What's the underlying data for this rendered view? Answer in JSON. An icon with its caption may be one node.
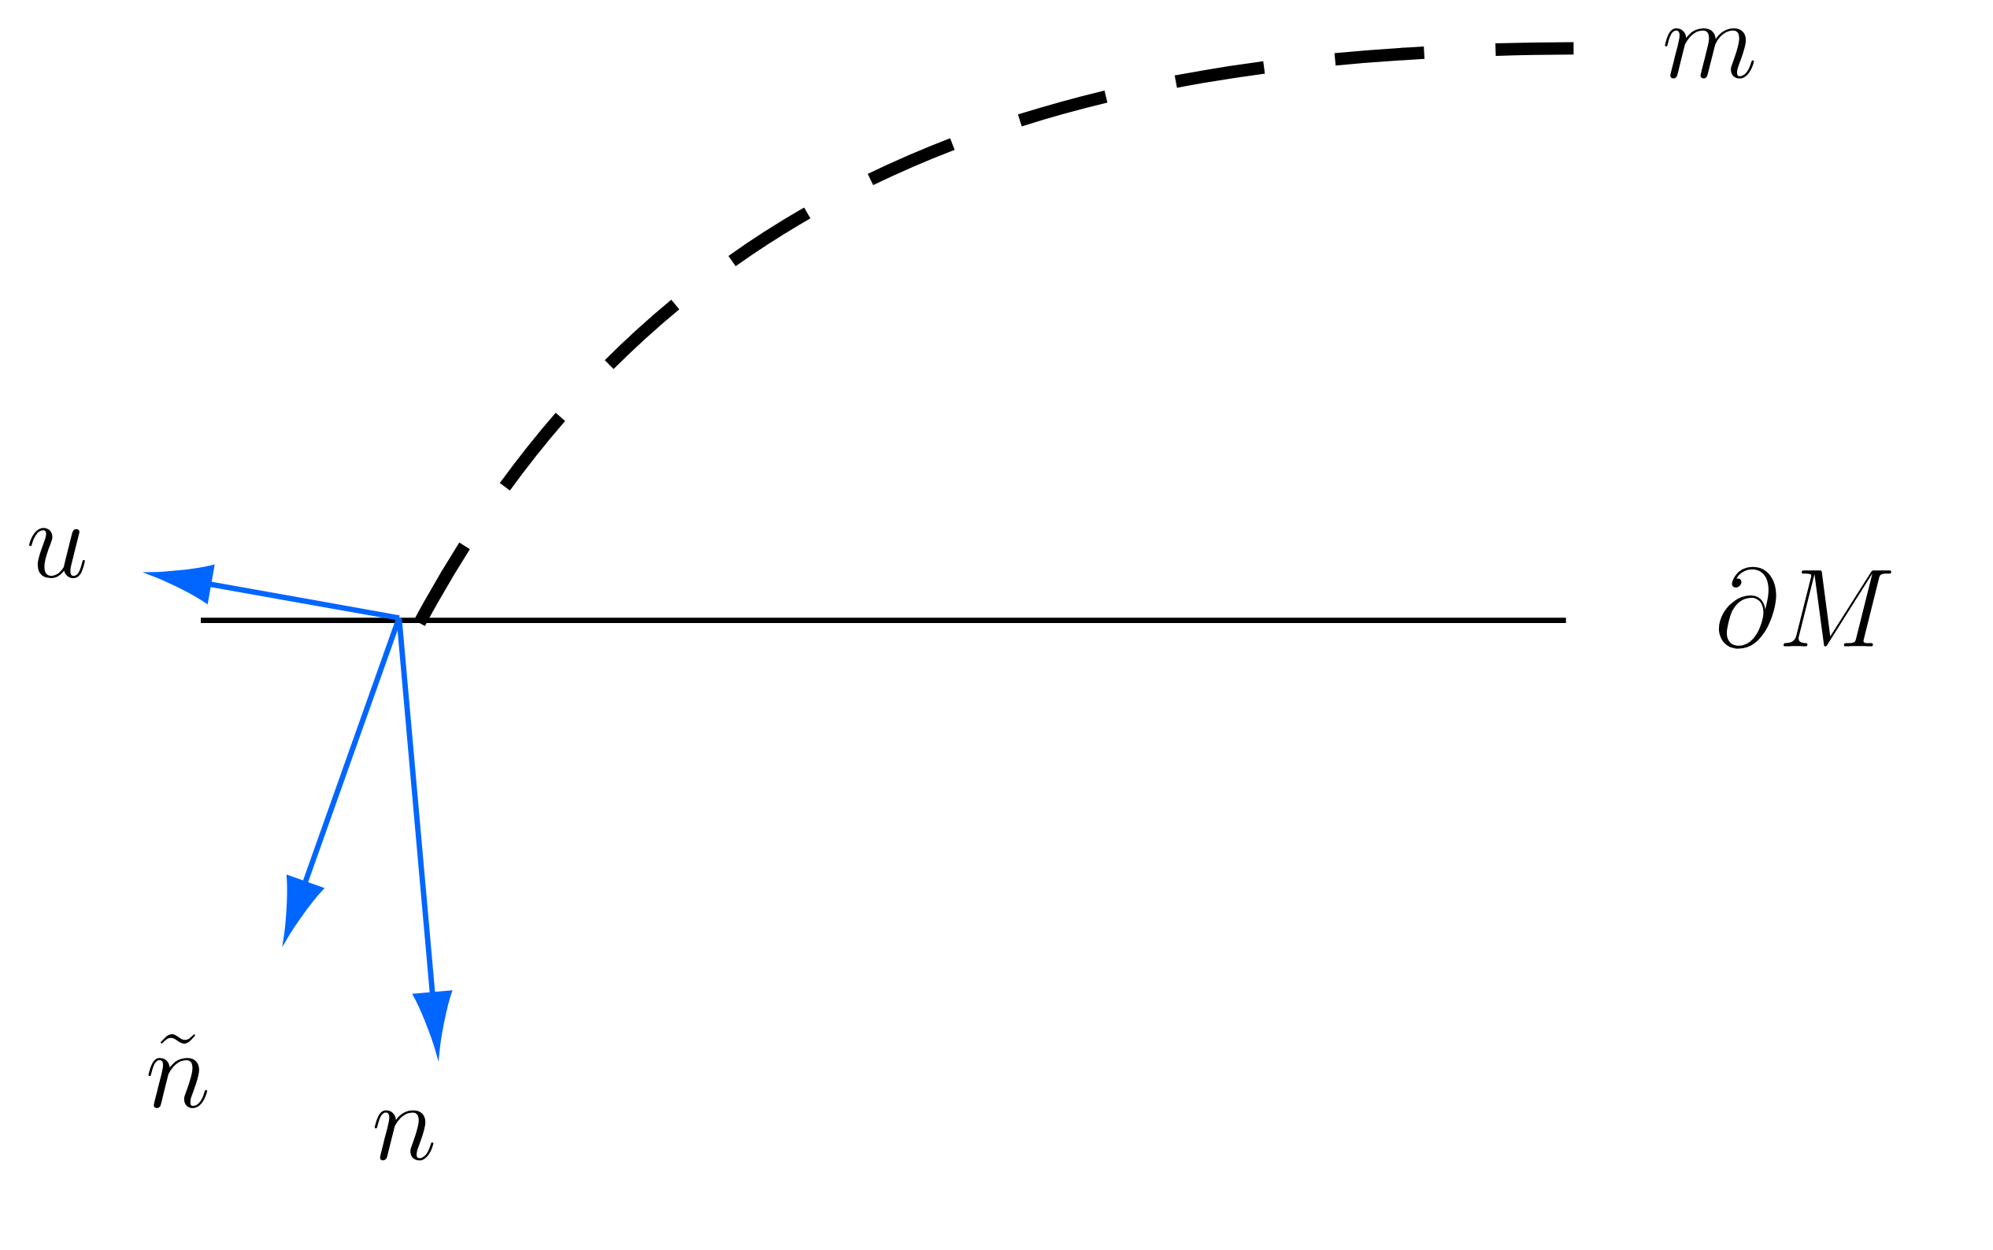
{
  "diagram": {
    "labels": [
      "m",
      "u",
      "\\partial M",
      "\\tilde{n}",
      "n"
    ]
  }
}
